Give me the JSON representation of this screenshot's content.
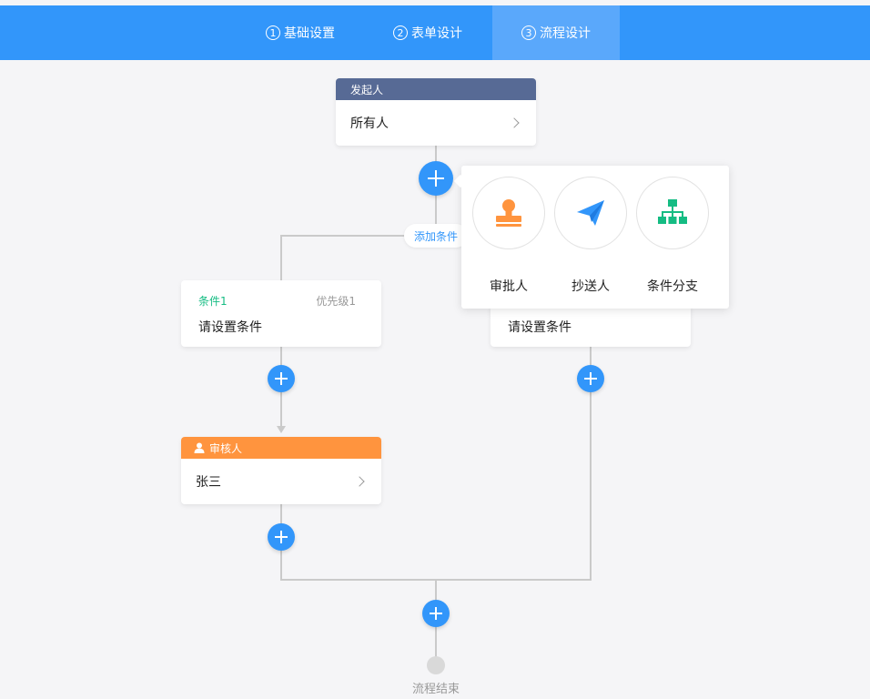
{
  "tabs": [
    {
      "num": "1",
      "label": "基础设置"
    },
    {
      "num": "2",
      "label": "表单设计"
    },
    {
      "num": "3",
      "label": "流程设计"
    }
  ],
  "initiator": {
    "title": "发起人",
    "content": "所有人"
  },
  "add_condition_label": "添加条件",
  "conditions": [
    {
      "title": "条件1",
      "priority": "优先级1",
      "content": "请设置条件"
    },
    {
      "title": "",
      "priority": "",
      "content": "请设置条件"
    }
  ],
  "reviewer": {
    "title": "审核人",
    "content": "张三"
  },
  "popover": {
    "items": [
      {
        "label": "审批人",
        "icon": "approver-stamp-icon",
        "color": "#ff943e"
      },
      {
        "label": "抄送人",
        "icon": "paper-plane-icon",
        "color": "#3296fa"
      },
      {
        "label": "条件分支",
        "icon": "org-tree-icon",
        "color": "#15bc83"
      }
    ]
  },
  "end_label": "流程结束",
  "colors": {
    "primary": "#3296fa",
    "initiator_header": "#576a95",
    "reviewer_header": "#ff943e",
    "condition_title": "#15bc83"
  }
}
